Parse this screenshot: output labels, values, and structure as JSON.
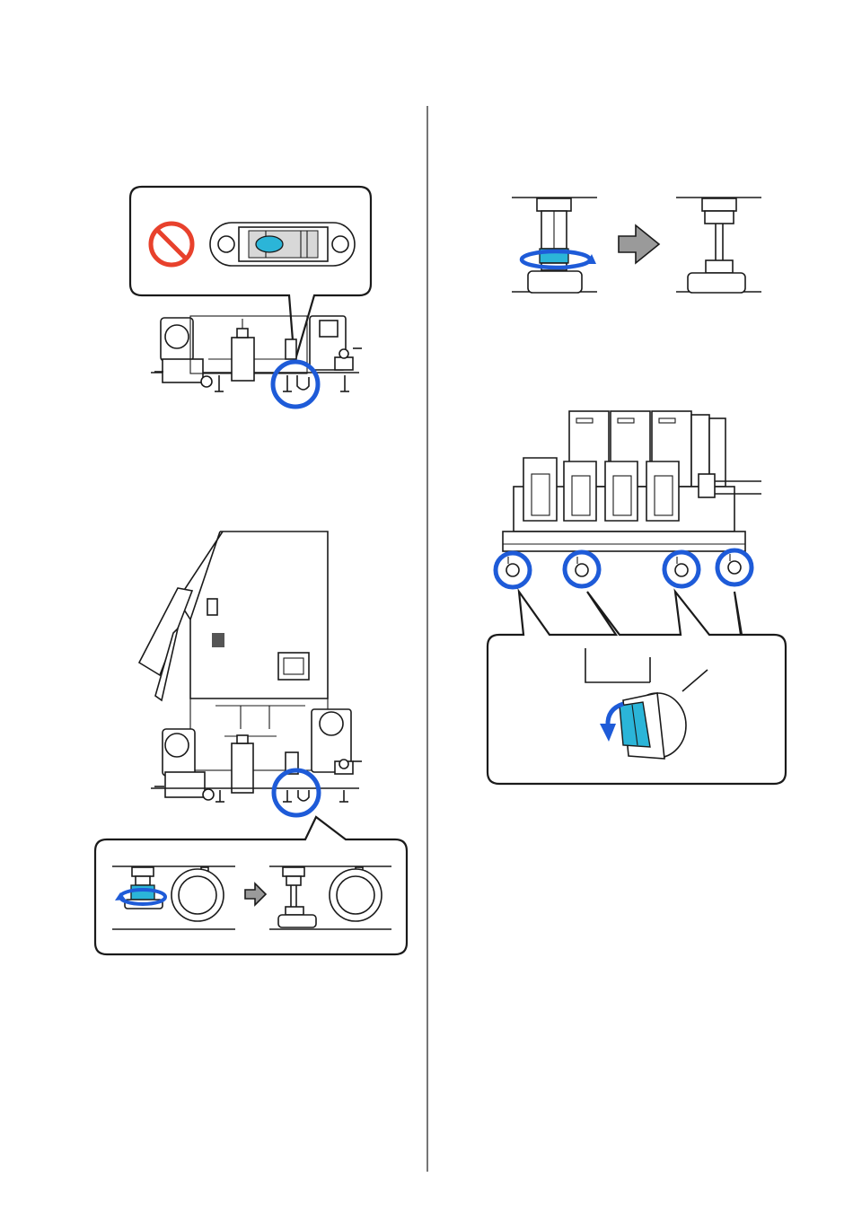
{
  "layout": {
    "left_column": {
      "figure_level_check": {
        "no_sign": "prohibition-icon",
        "level": "bubble-level-icon",
        "highlight": "blue-circle"
      },
      "figure_printer_stand": {
        "inset": "adjuster-foot-lowering"
      }
    },
    "right_column": {
      "figure_adjuster_turn": {
        "arrow": "grey-right-arrow",
        "rotation_marker": "blue-rotation-arrow"
      },
      "figure_caster_lock": {
        "casters_highlighted": 4,
        "lock_arrow": "blue-down-arrow"
      }
    }
  },
  "colors": {
    "highlight": "#1e5bd8",
    "accent_cyan": "#2bb5d8",
    "prohibition": "#e8412c",
    "line": "#1a1a1a",
    "grey_arrow": "#9a9a9a"
  }
}
